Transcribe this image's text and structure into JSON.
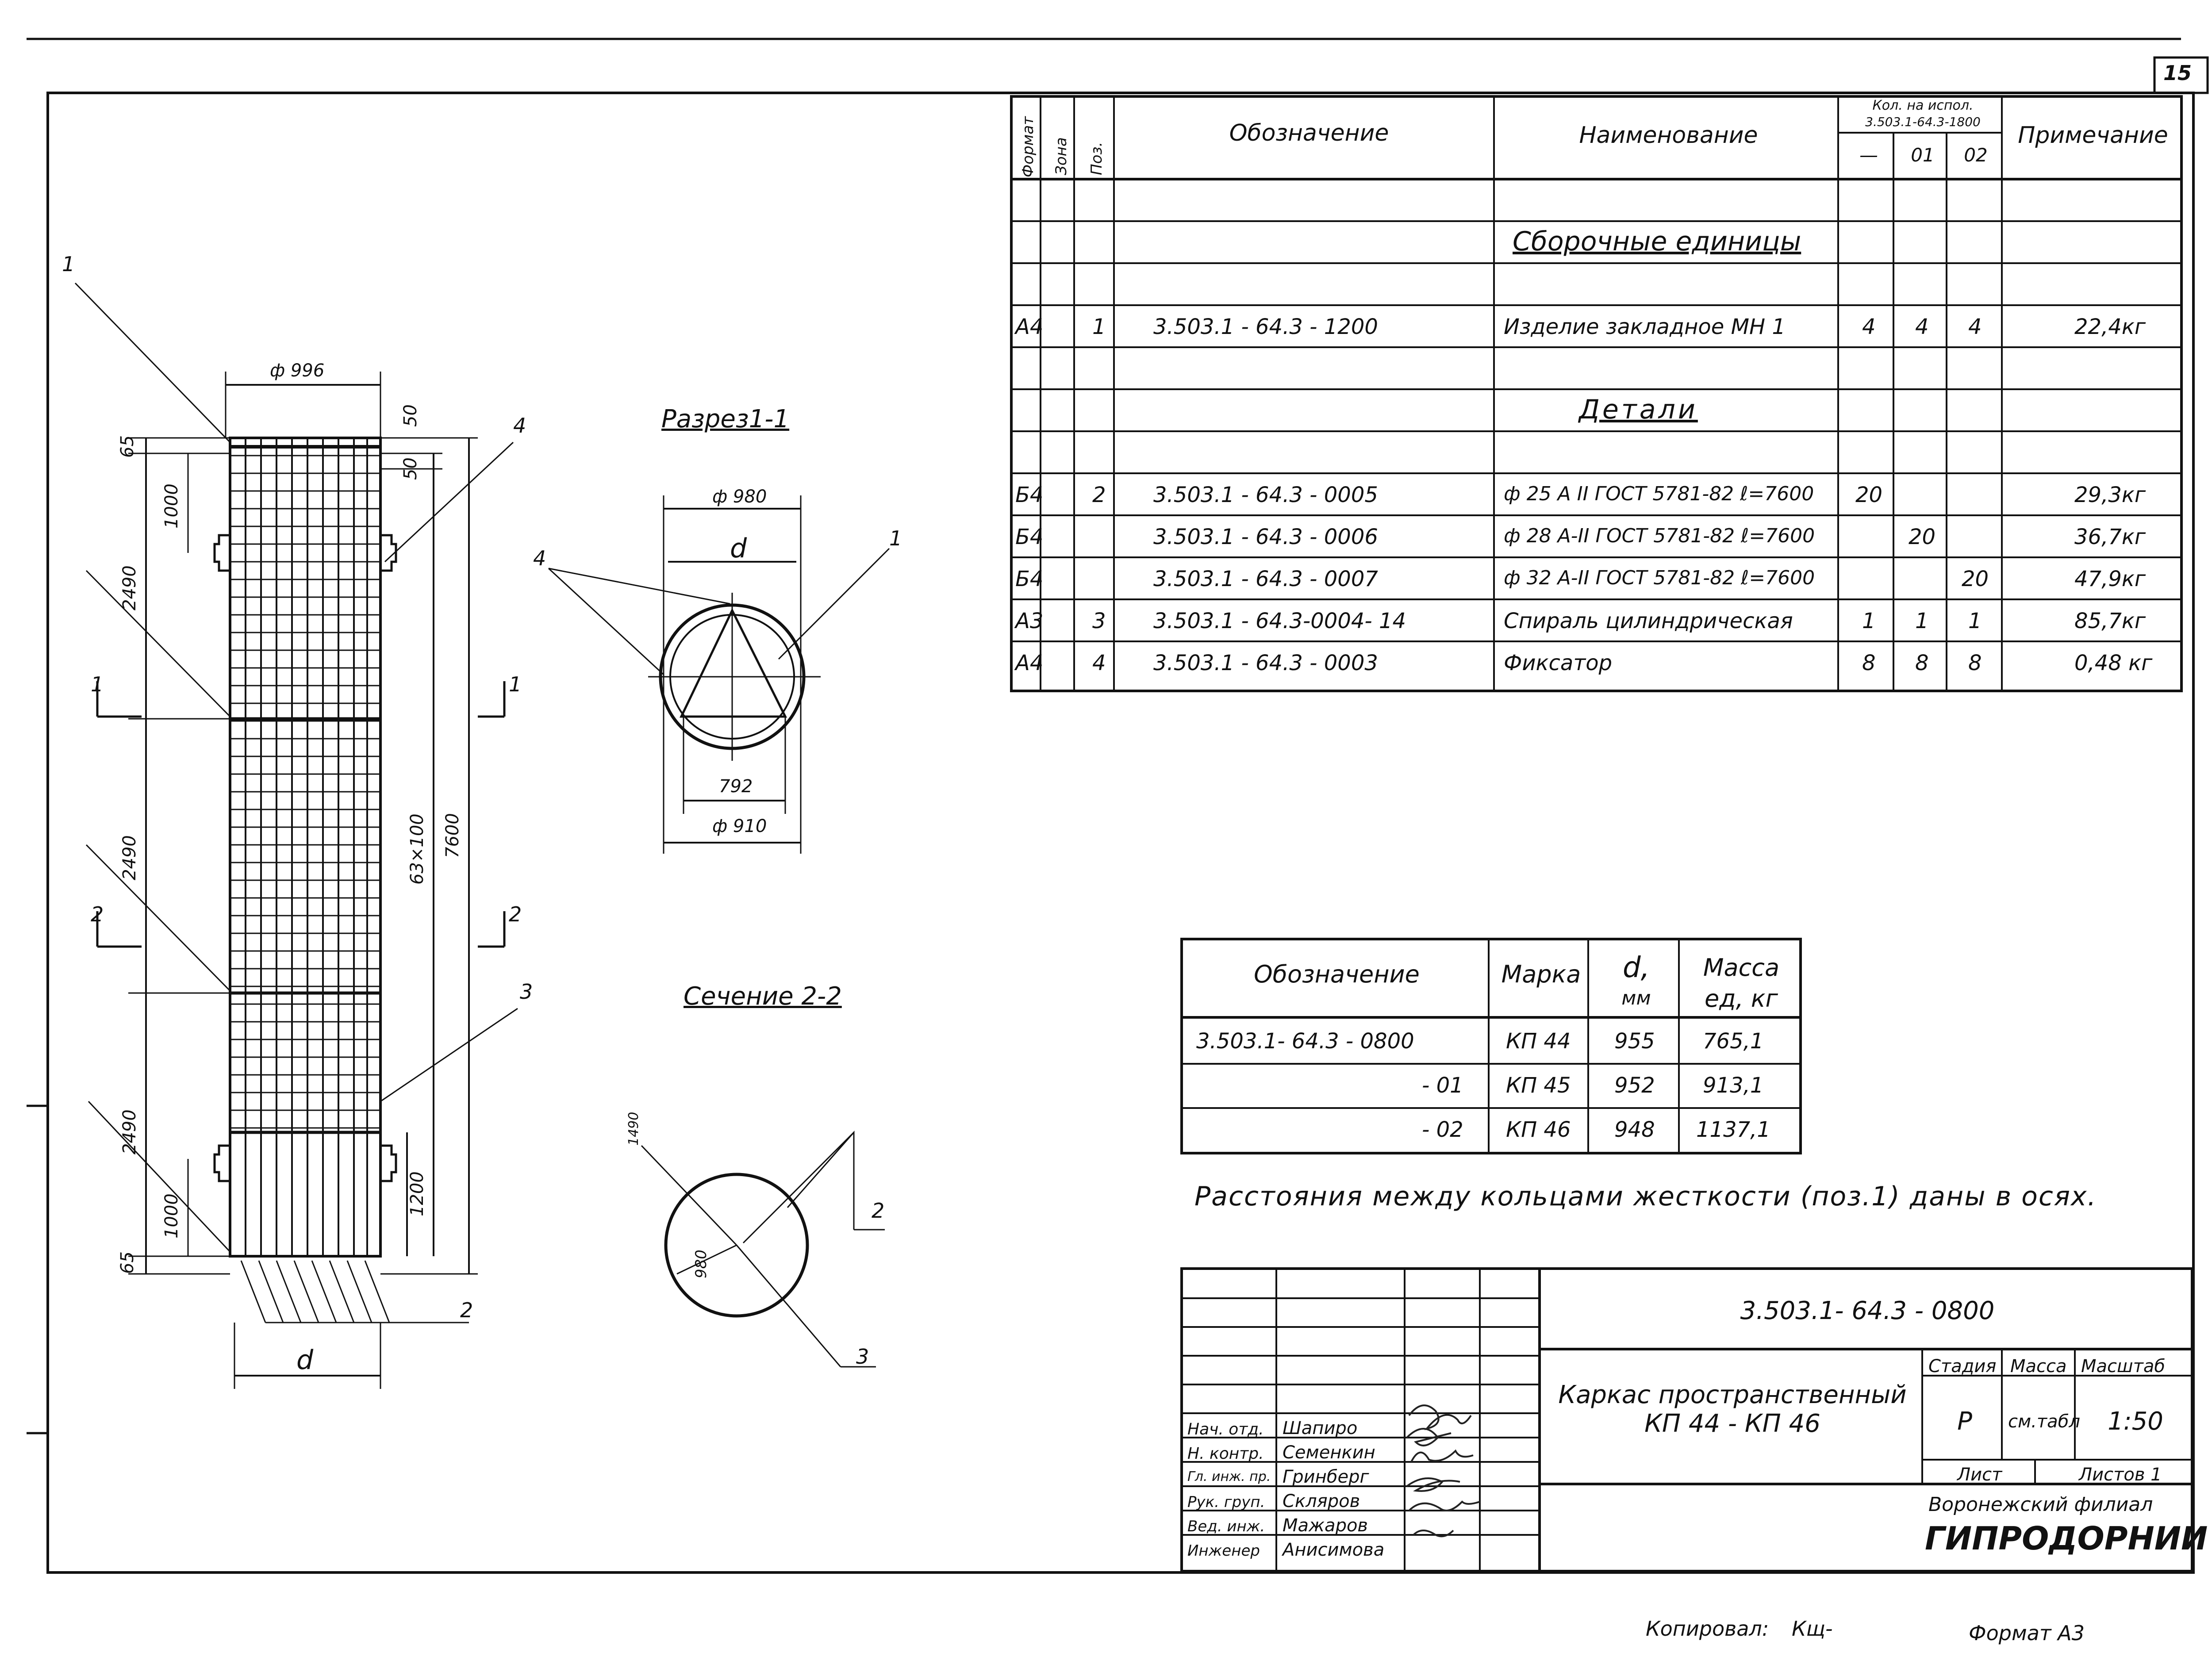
{
  "sheet": {
    "number": "15",
    "copied_label": "Копировал:",
    "copier_sign": "Кщ-",
    "format_label": "Формат А3"
  },
  "spec": {
    "headers": {
      "format": "Формат",
      "zone": "Зона",
      "pos": "Поз.",
      "designation": "Обозначение",
      "name": "Наименование",
      "qty": "Кол. на испол.",
      "qty_doc": "3.503.1-64.3-1800",
      "qty_cols": [
        "—",
        "01",
        "02"
      ],
      "note": "Примечание"
    },
    "section_assembly": "Сборочные единицы",
    "section_parts": "Детали",
    "rows": [
      {
        "format": "А4",
        "pos": "1",
        "designation": "3.503.1 - 64.3 - 1200",
        "name": "Изделие закладное  МН 1",
        "q0": "4",
        "q1": "4",
        "q2": "4",
        "note": "22,4кг"
      },
      {
        "format": "Б4",
        "pos": "2",
        "designation": "3.503.1 - 64.3 - 0005",
        "name": "ф 25 А II ГОСТ 5781-82  ℓ=7600",
        "q0": "20",
        "q1": "",
        "q2": "",
        "note": "29,3кг"
      },
      {
        "format": "Б4",
        "pos": "",
        "designation": "3.503.1 - 64.3 - 0006",
        "name": "ф 28 А-II ГОСТ 5781-82  ℓ=7600",
        "q0": "",
        "q1": "20",
        "q2": "",
        "note": "36,7кг"
      },
      {
        "format": "Б4",
        "pos": "",
        "designation": "3.503.1 - 64.3 - 0007",
        "name": "ф 32 А-II ГОСТ 5781-82  ℓ=7600",
        "q0": "",
        "q1": "",
        "q2": "20",
        "note": "47,9кг"
      },
      {
        "format": "А3",
        "pos": "3",
        "designation": "3.503.1 - 64.3-0004- 14",
        "name": "Спираль цилиндрическая",
        "q0": "1",
        "q1": "1",
        "q2": "1",
        "note": "85,7кг"
      },
      {
        "format": "А4",
        "pos": "4",
        "designation": "3.503.1 - 64.3 - 0003",
        "name": "Фиксатор",
        "q0": "8",
        "q1": "8",
        "q2": "8",
        "note": "0,48 кг"
      }
    ]
  },
  "marks": {
    "headers": {
      "designation": "Обозначение",
      "mark": "Марка",
      "d": "d,",
      "d_unit": "мм",
      "mass": "Масса",
      "mass_unit": "ед, кг"
    },
    "rows": [
      {
        "designation": "3.503.1- 64.3 - 0800",
        "mark": "КП 44",
        "d": "955",
        "mass": "765,1"
      },
      {
        "designation": "- 01",
        "mark": "КП 45",
        "d": "952",
        "mass": "913,1"
      },
      {
        "designation": "- 02",
        "mark": "КП 46",
        "d": "948",
        "mass": "1137,1"
      }
    ]
  },
  "note_text": "Расстояния между кольцами жесткости (поз.1) даны в осях.",
  "title_block": {
    "doc_code": "3.503.1- 64.3 - 0800",
    "product_name_1": "Каркас пространственный",
    "product_name_2": "КП 44 - КП 46",
    "stage_label": "Стадия",
    "mass_label": "Масса",
    "scale_label": "Масштаб",
    "stage": "Р",
    "mass": "см.табл",
    "scale": "1:50",
    "sheet_label": "Лист",
    "sheets_label": "Листов 1",
    "org_1": "Воронежский филиал",
    "org_2": "ГИПРОДОРНИИ",
    "staff": [
      {
        "role": "Нач. отд.",
        "name": "Шапиро"
      },
      {
        "role": "Н. контр.",
        "name": "Семенкин"
      },
      {
        "role": "Гл. инж. пр.",
        "name": "Гринберг"
      },
      {
        "role": "Рук. груп.",
        "name": "Скляров"
      },
      {
        "role": "Вед. инж.",
        "name": "Мажаров"
      },
      {
        "role": "Инженер",
        "name": "Анисимова"
      }
    ]
  },
  "drawing": {
    "section_1_title": "Разрез1-1",
    "section_2_title": "Сечение 2-2",
    "dims": {
      "top_diam": "ф 996",
      "d": "d",
      "d_inner": "d",
      "sec_outer_top": "ф 980",
      "sec_outer_bot": "ф 910",
      "sec_tri": "792",
      "s65_top": "65",
      "s50a": "50",
      "s50b": "50",
      "s1000_top": "1000",
      "s2490a": "2490",
      "s2490b": "2490",
      "s2490c": "2490",
      "s1000_bot": "1000",
      "s65_bot": "65",
      "s63x100": "63×100",
      "s7600": "7600",
      "s1200": "1200",
      "c1_a": "1490",
      "c1_b": "980"
    },
    "labels": {
      "p1": "1",
      "p2": "2",
      "p3": "3",
      "p4": "4",
      "sec4": "4",
      "sec1": "1",
      "cut1a": "1",
      "cut1b": "1",
      "cut2a": "2",
      "cut2b": "2",
      "c2": "2",
      "c3": "3"
    }
  }
}
